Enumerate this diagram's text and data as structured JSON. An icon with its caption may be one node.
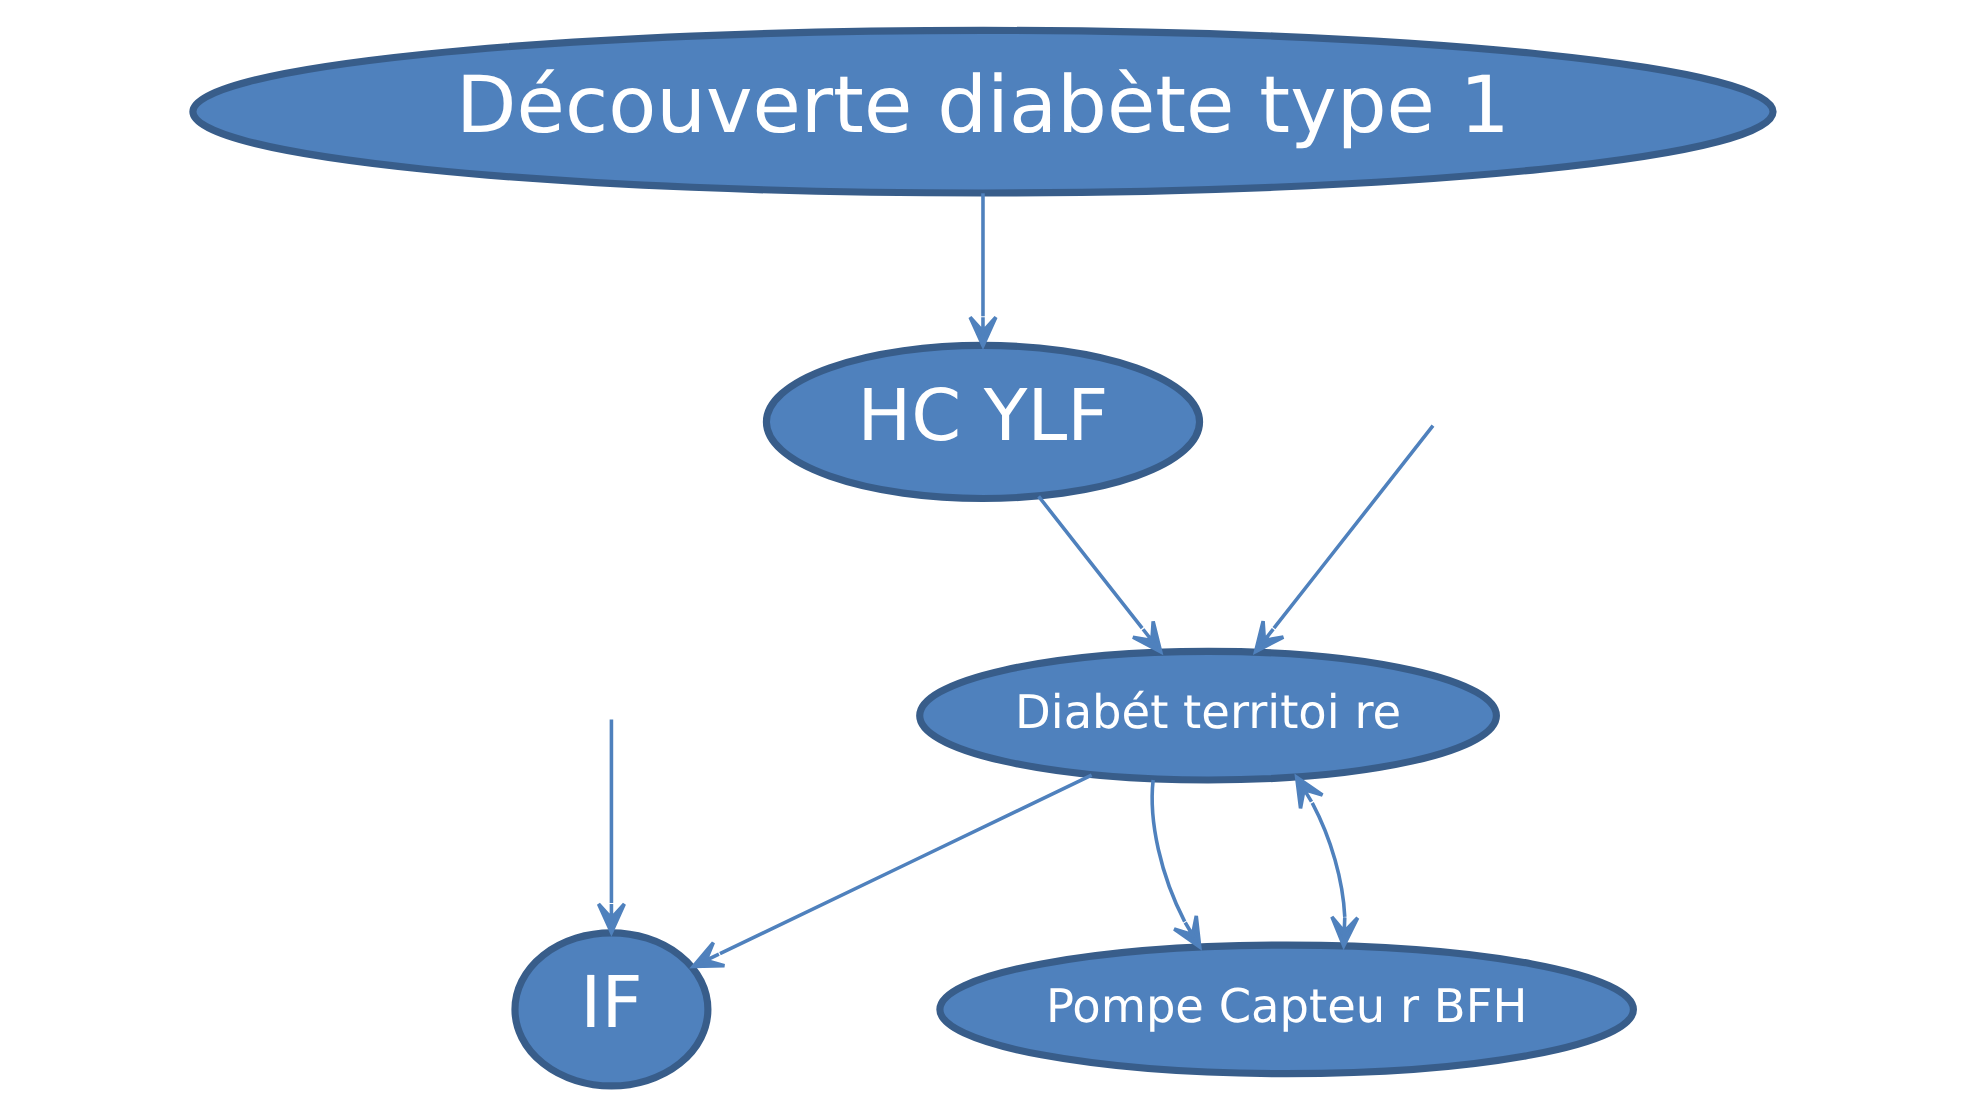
{
  "diagram": {
    "nodes": [
      {
        "text": [
          "Découverte diabète type 1"
        ]
      },
      {
        "text": [
          "HC YLF"
        ]
      },
      {
        "text": [
          "IF"
        ]
      },
      {
        "text": [
          "Diabét territoi re"
        ]
      },
      {
        "text": [
          "Pompe Capteu r BFH"
        ]
      }
    ],
    "edges": [
      {
        "from": 0,
        "to": 1,
        "arrow": "to"
      },
      {
        "from": 1,
        "to": 3,
        "arrow": "to"
      },
      {
        "from": 3,
        "to": 2,
        "arrow": "to"
      },
      {
        "from": 3,
        "to": 4,
        "arrow": "to"
      },
      {
        "from": 3,
        "to": 4,
        "arrow": "both"
      },
      {
        "from": null,
        "to": 2,
        "arrow": "to"
      },
      {
        "from": null,
        "to": 3,
        "arrow": "to"
      }
    ]
  }
}
